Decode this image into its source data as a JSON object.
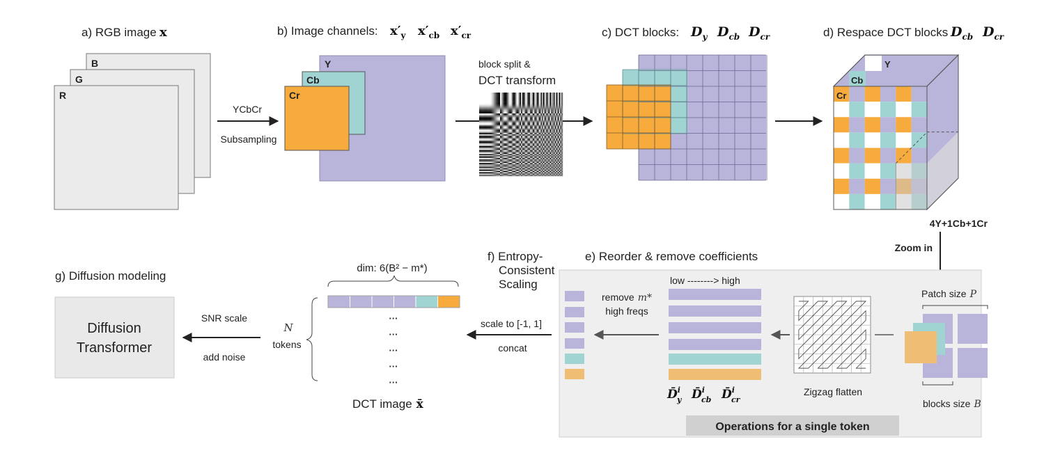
{
  "colors": {
    "y": "#b9b5da",
    "cb": "#9fd4d3",
    "cr": "#f7ab3d",
    "cr_light": "#f0bd74",
    "channel_gray": "#ebebeb",
    "panel_gray": "#efefef",
    "banner_gray": "#d0d0d0",
    "arrow": "#222222",
    "arrow_gray": "#555555"
  },
  "panel_a": {
    "title": "a) RGB image",
    "title_var": "x",
    "channels": [
      "B",
      "G",
      "R"
    ]
  },
  "arrow_ab": {
    "top": "YCbCr",
    "bottom": "Subsampling"
  },
  "panel_b": {
    "title": "b) Image channels:",
    "math": [
      "x′",
      "x′",
      "x′"
    ],
    "math_sub": [
      "y",
      "cb",
      "cr"
    ],
    "channels": [
      "Y",
      "Cb",
      "Cr"
    ]
  },
  "arrow_bc": {
    "line1": "block split &",
    "line2": "DCT transform"
  },
  "panel_c": {
    "title": "c) DCT blocks:",
    "math": [
      "D",
      "D",
      "D"
    ],
    "math_sub": [
      "y",
      "cb",
      "cr"
    ]
  },
  "panel_d": {
    "title": "d) Respace DCT blocks",
    "math": [
      "D",
      "D"
    ],
    "math_sub": [
      "cb",
      "cr"
    ],
    "channels": [
      "Y",
      "Cb",
      "Cr"
    ],
    "caption": "4Y+1Cb+1Cr",
    "zoom": "Zoom in"
  },
  "panel_e": {
    "title": "e) Reorder & remove coefficients",
    "patch_size": "Patch size",
    "patch_var": "P",
    "blocks_size": "blocks size",
    "blocks_var": "B",
    "zigzag": "Zigzag flatten",
    "freq_axis": "low --------> high",
    "remove_line1": "remove",
    "remove_var": "m*",
    "remove_line2": "high freqs",
    "dbar_labels": [
      "D̄",
      "D̄",
      "D̄"
    ],
    "dbar_subs": [
      "y",
      "cb",
      "cr"
    ],
    "dbar_sup": "i",
    "banner": "Operations for a single token"
  },
  "panel_f": {
    "title_line1": "f) Entropy-",
    "title_line2": "Consistent",
    "title_line3": "Scaling",
    "arrow_top": "scale to [-1, 1]",
    "arrow_bottom": "concat"
  },
  "token_block": {
    "dim": "dim: 6(B² − m*)",
    "n_var": "N",
    "tokens": "tokens",
    "ellipsis": [
      "···",
      "···",
      "···",
      "···",
      "···"
    ],
    "caption": "DCT image",
    "caption_var": "x̄"
  },
  "arrow_g": {
    "top": "SNR scale",
    "bottom": "add noise"
  },
  "panel_g": {
    "title": "g) Diffusion modeling",
    "box_line1": "Diffusion",
    "box_line2": "Transformer"
  }
}
